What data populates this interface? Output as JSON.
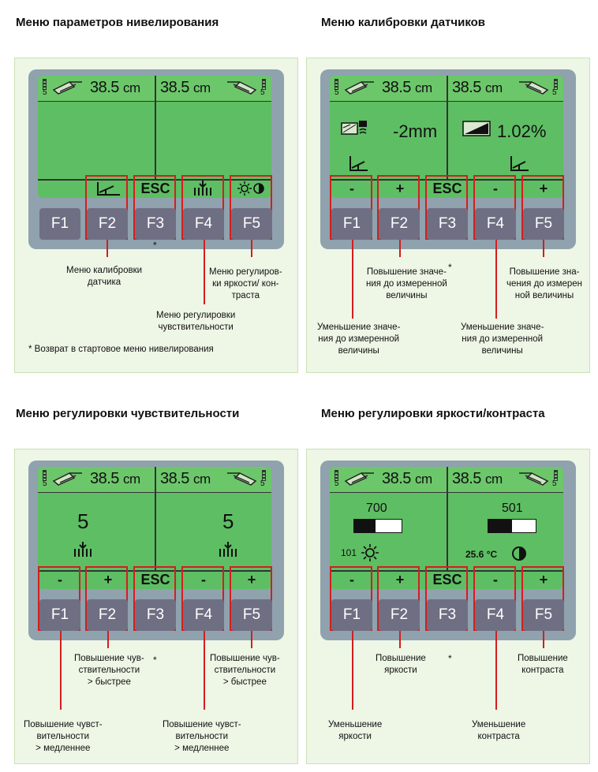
{
  "common": {
    "height_value": "38.5",
    "height_unit": "cm",
    "level_number": "5",
    "fkeys": [
      "F1",
      "F2",
      "F3",
      "F4",
      "F5"
    ],
    "star": "*",
    "colors": {
      "lcd": "#5ebe63",
      "device": "#8fa2ad",
      "fkey": "#6f6f83",
      "highlight": "#d11f1f",
      "frame": "#eef6e6"
    }
  },
  "panels": {
    "leveling": {
      "title": "Меню параметров нивелирования",
      "softkeys": [
        "calibration-icon",
        "ESC",
        "sensitivity-icon",
        "brightness-contrast-icon"
      ],
      "notes": {
        "calib": "Меню калибровки\nдатчика",
        "sens": "Меню регулировки\nчувствительности",
        "bright": "Меню регулиров-\nки яркости/ кон-\nтраста",
        "footnote": "* Возврат в стартовое меню нивелирования"
      }
    },
    "calibration": {
      "title": "Меню калибровки датчиков",
      "left_value": "-2mm",
      "right_value": "1.02%",
      "softkeys": [
        "-",
        "+",
        "ESC",
        "-",
        "+"
      ],
      "notes": {
        "inc_left": "Повышение значе-\nния до измеренной\nвеличины",
        "inc_right": "Повышение зна-\nчения до измерен\nной величины",
        "dec_left": "Уменьшение значе-\nния до измеренной\nвеличины",
        "dec_right": "Уменьшение значе-\nния до измеренной\nвеличины"
      }
    },
    "sensitivity": {
      "title": "Меню регулировки чувствительности",
      "left_value": "5",
      "right_value": "5",
      "softkeys": [
        "-",
        "+",
        "ESC",
        "-",
        "+"
      ],
      "notes": {
        "inc_left": "Повышение чув-\nствительности\n> быстрее",
        "inc_right": "Повышение чув-\nствительности\n> быстрее",
        "dec_left": "Повышение чувст-\nвительности\n> медленнее",
        "dec_right": "Повышение чувст-\nвительности\n> медленнее"
      }
    },
    "brightness": {
      "title": "Меню регулировки яркости/контраста",
      "brightness_value": "700",
      "brightness_level": 0.45,
      "brightness_small": "101",
      "contrast_value": "501",
      "contrast_level": 0.5,
      "temperature": "25.6 °C",
      "softkeys": [
        "-",
        "+",
        "ESC",
        "-",
        "+"
      ],
      "notes": {
        "inc_bright": "Повышение\nяркости",
        "inc_contrast": "Повышение\nконтраста",
        "dec_bright": "Уменьшение\nяркости",
        "dec_contrast": "Уменьшение\nконтраста"
      }
    }
  }
}
